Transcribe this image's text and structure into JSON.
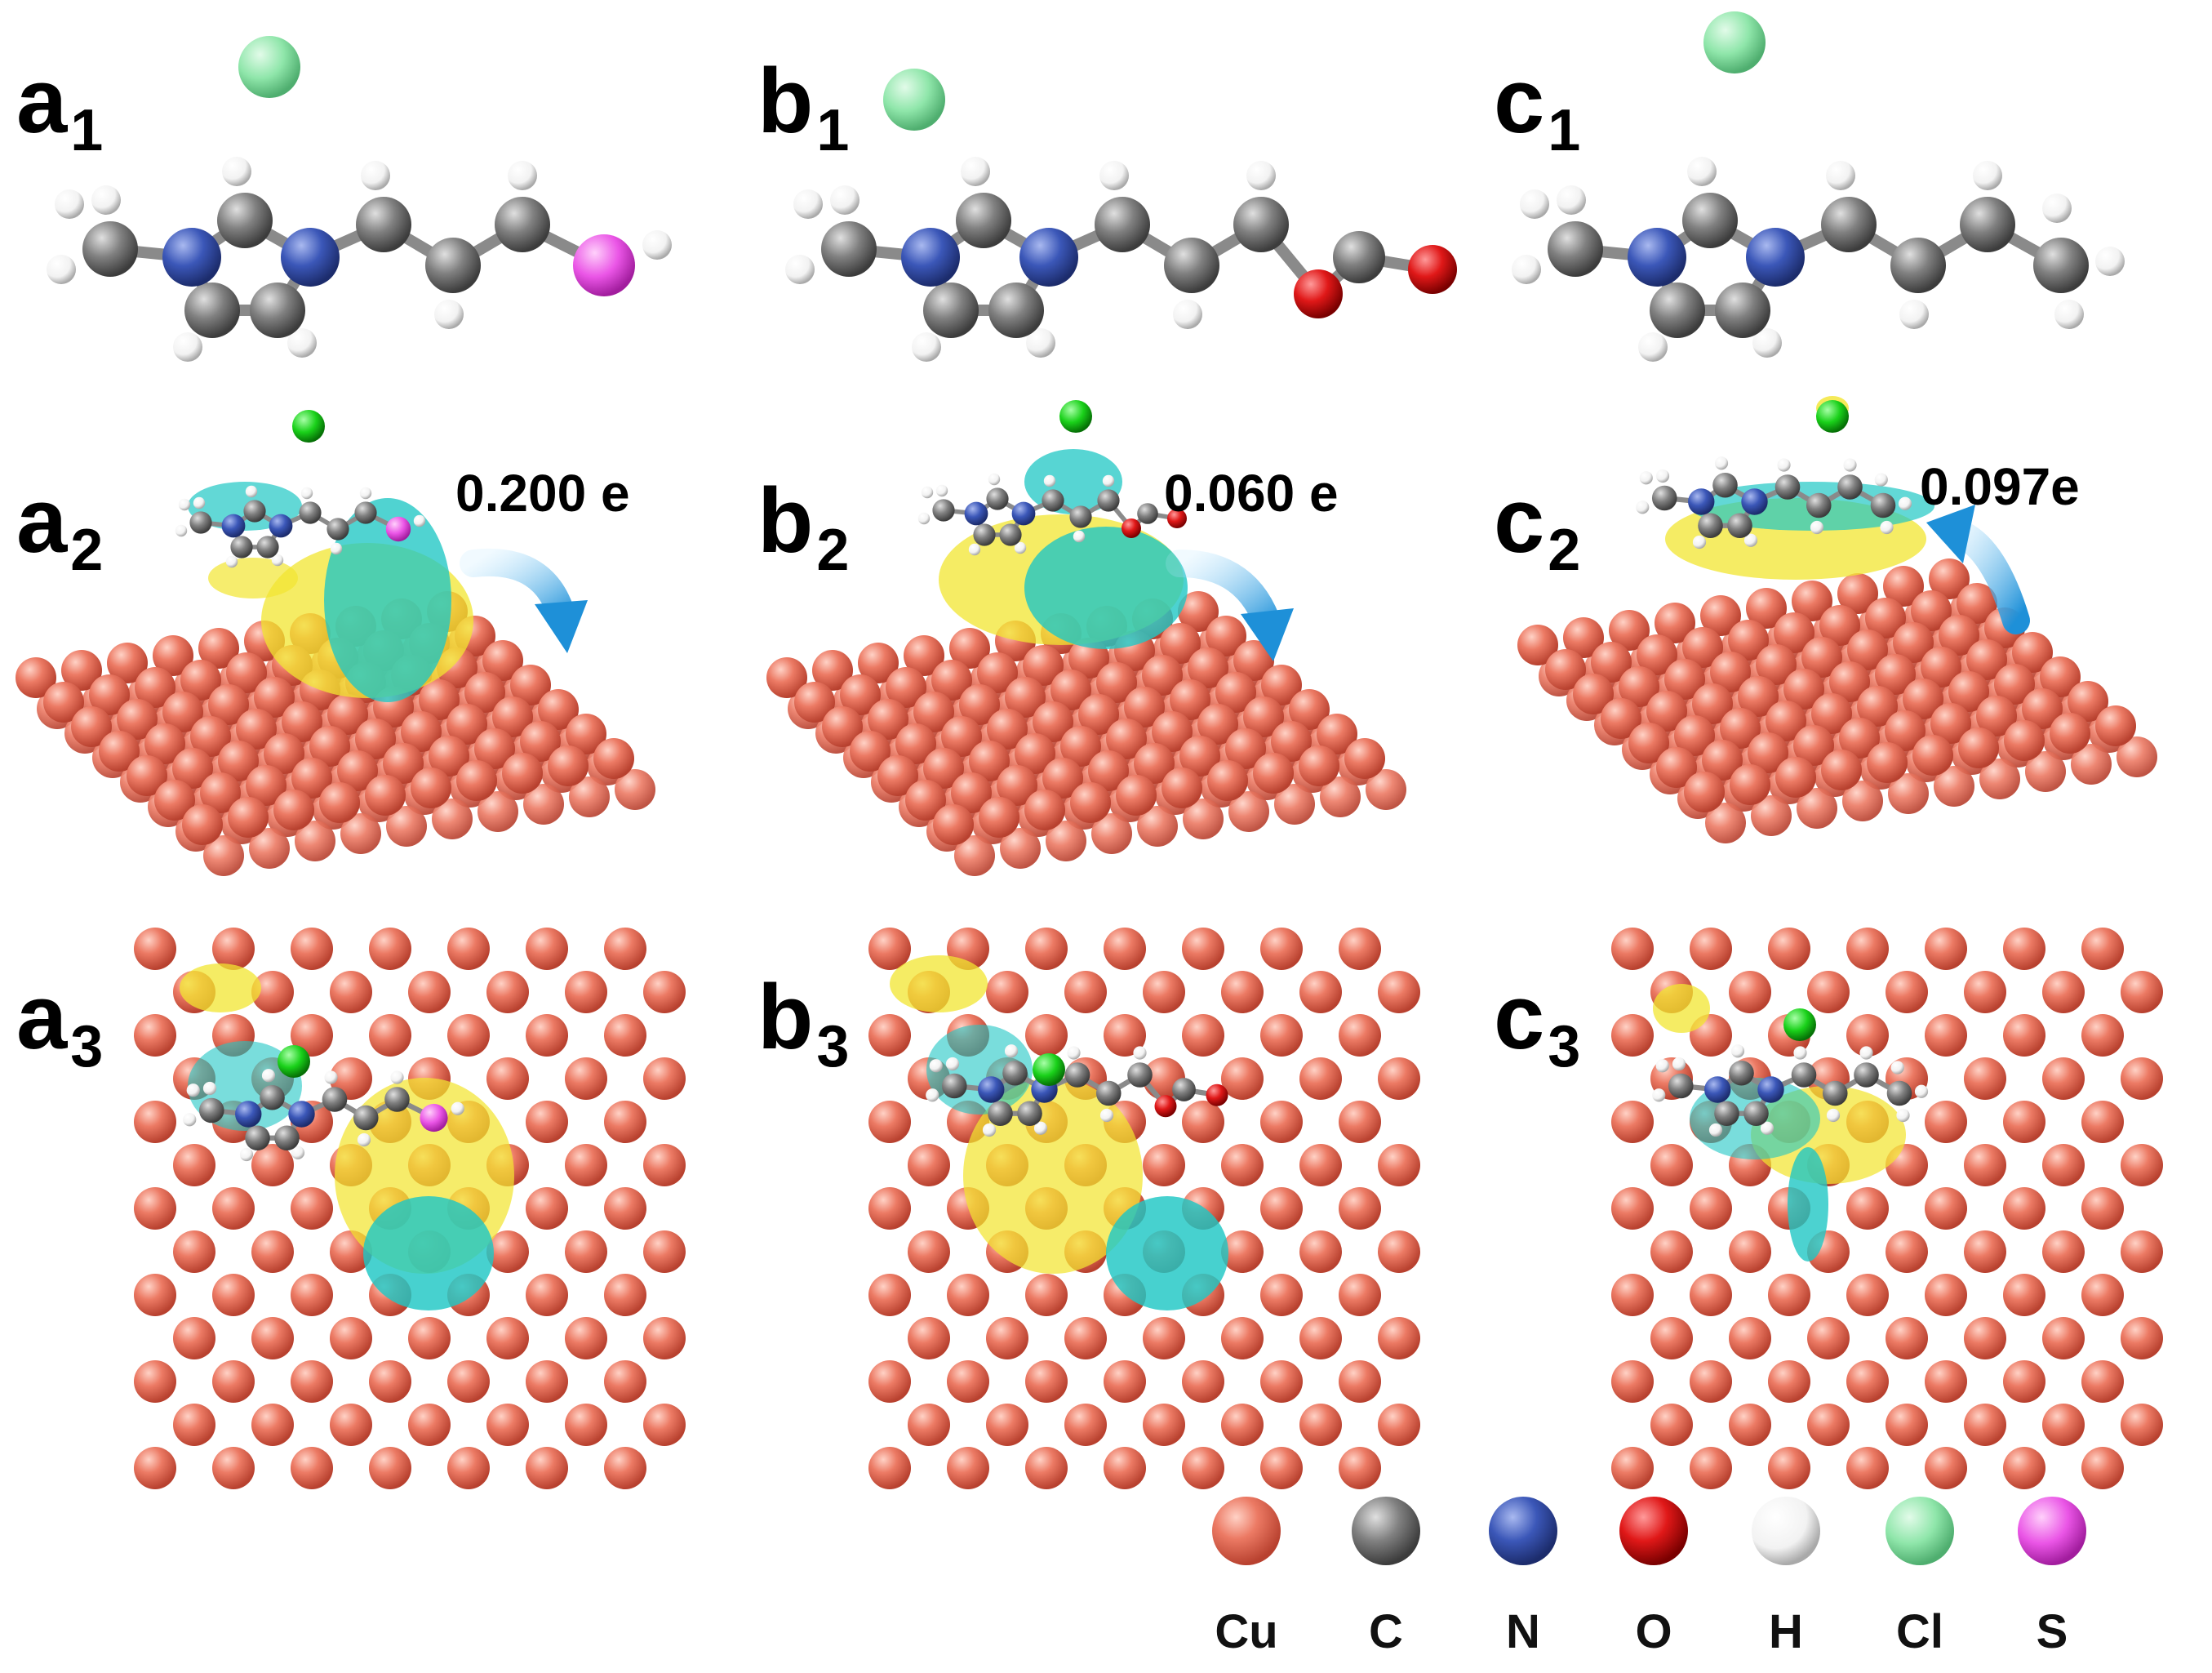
{
  "panels": [
    {
      "id": "a1",
      "letter": "a",
      "index": "1"
    },
    {
      "id": "b1",
      "letter": "b",
      "index": "1"
    },
    {
      "id": "c1",
      "letter": "c",
      "index": "1"
    },
    {
      "id": "a2",
      "letter": "a",
      "index": "2",
      "charge": "0.200 e",
      "transfer": "to-surface"
    },
    {
      "id": "b2",
      "letter": "b",
      "index": "2",
      "charge": "0.060 e",
      "transfer": "to-surface"
    },
    {
      "id": "c2",
      "letter": "c",
      "index": "2",
      "charge": "0.097e",
      "transfer": "from-surface"
    },
    {
      "id": "a3",
      "letter": "a",
      "index": "3"
    },
    {
      "id": "b3",
      "letter": "b",
      "index": "3"
    },
    {
      "id": "c3",
      "letter": "c",
      "index": "3"
    }
  ],
  "legend": [
    {
      "element": "Cu",
      "color": "#e9735f"
    },
    {
      "element": "C",
      "color": "#808080"
    },
    {
      "element": "N",
      "color": "#3b57b8"
    },
    {
      "element": "O",
      "color": "#e11a1a"
    },
    {
      "element": "H",
      "color": "#ffffff"
    },
    {
      "element": "Cl",
      "color": "#8fe6aa"
    },
    {
      "element": "S",
      "color": "#ea55e6"
    }
  ],
  "colors": {
    "cu": "#e9735f",
    "isosurface_accumulation": "#f2e530",
    "isosurface_depletion": "#1fc7c4",
    "arrow": "#1e90d8"
  }
}
